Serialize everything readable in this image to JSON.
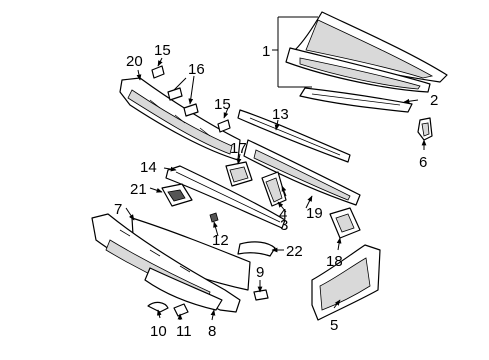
{
  "callouts": [
    "1",
    "2",
    "3",
    "4",
    "5",
    "6",
    "7",
    "8",
    "9",
    "10",
    "11",
    "12",
    "13",
    "14",
    "15",
    "15",
    "16",
    "17",
    "18",
    "19",
    "20",
    "21",
    "22"
  ]
}
